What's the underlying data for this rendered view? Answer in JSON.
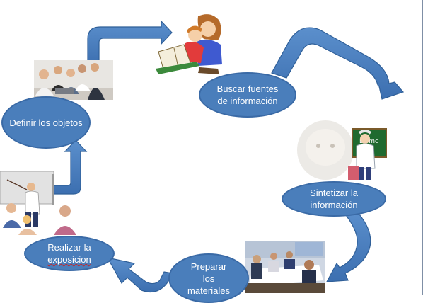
{
  "diagram": {
    "nodes": {
      "definir": "Definir los objetos",
      "buscar": "Buscar fuentes de información",
      "sintetizar": "Sintetizar la información",
      "preparar": "Preparar los materiales",
      "realizar_line1": "Realizar la",
      "realizar_line2": "exposicion"
    },
    "colors": {
      "node_fill": "#4a7ebb",
      "node_border": "#3a6aa6",
      "arrow_fill": "#4a7ebb",
      "arrow_stroke": "#2f5f98"
    },
    "pictures": [
      "office-team-photo",
      "children-reading-clipart",
      "scientist-chalkboard-clipart",
      "meeting-room-photo",
      "teacher-presentation-clipart"
    ]
  }
}
